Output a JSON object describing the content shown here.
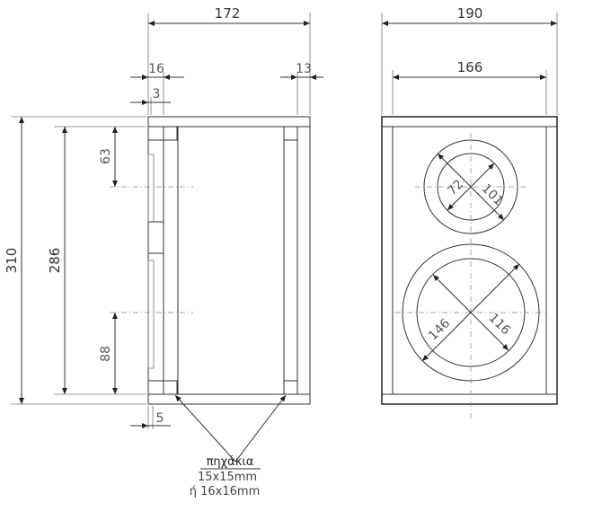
{
  "side_view": {
    "width_label": "172",
    "front_panel_label": "16",
    "rebate_label": "3",
    "back_panel_label": "13",
    "outer_height_label": "310",
    "inner_height_label": "286",
    "tweeter_offset_label": "63",
    "woofer_offset_label": "88",
    "bottom_label": "5"
  },
  "front_view": {
    "outer_width_label": "190",
    "inner_width_label": "166",
    "tweeter_inner_label": "72",
    "tweeter_outer_label": "101",
    "woofer_outer_label": "146",
    "woofer_inner_label": "116"
  },
  "note": {
    "title": "πηχάκια",
    "size1": "15x15mm",
    "size2": "ή 16x16mm"
  }
}
